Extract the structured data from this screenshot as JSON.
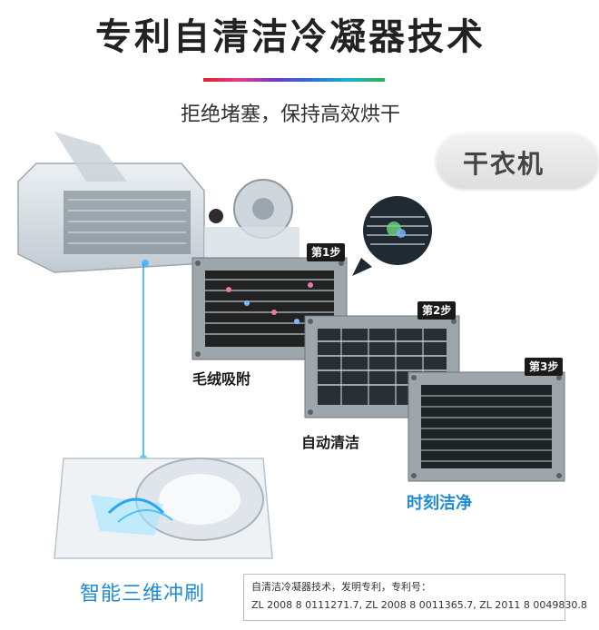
{
  "header": {
    "title": "专利自清洁冷凝器技术",
    "subtitle": "拒绝堵塞，保持高效烘干"
  },
  "badge": {
    "label": "干衣机"
  },
  "steps": [
    {
      "tag": "第1步",
      "caption": "毛绒吸附"
    },
    {
      "tag": "第2步",
      "caption": "自动清洁"
    },
    {
      "tag": "第3步",
      "caption": "时刻洁净"
    }
  ],
  "bottom": {
    "label": "智能三维冲刷",
    "patent_line1": "自清洁冷凝器技术，发明专利，专利号：",
    "patent_line2": "ZL 2008 8 0111271.7, ZL 2008 8 0011365.7, ZL 2011 8 0049830.8"
  },
  "colors": {
    "accent_blue": "#1f8bd4",
    "title_text": "#222222",
    "tag_bg": "#1a1a1a"
  }
}
